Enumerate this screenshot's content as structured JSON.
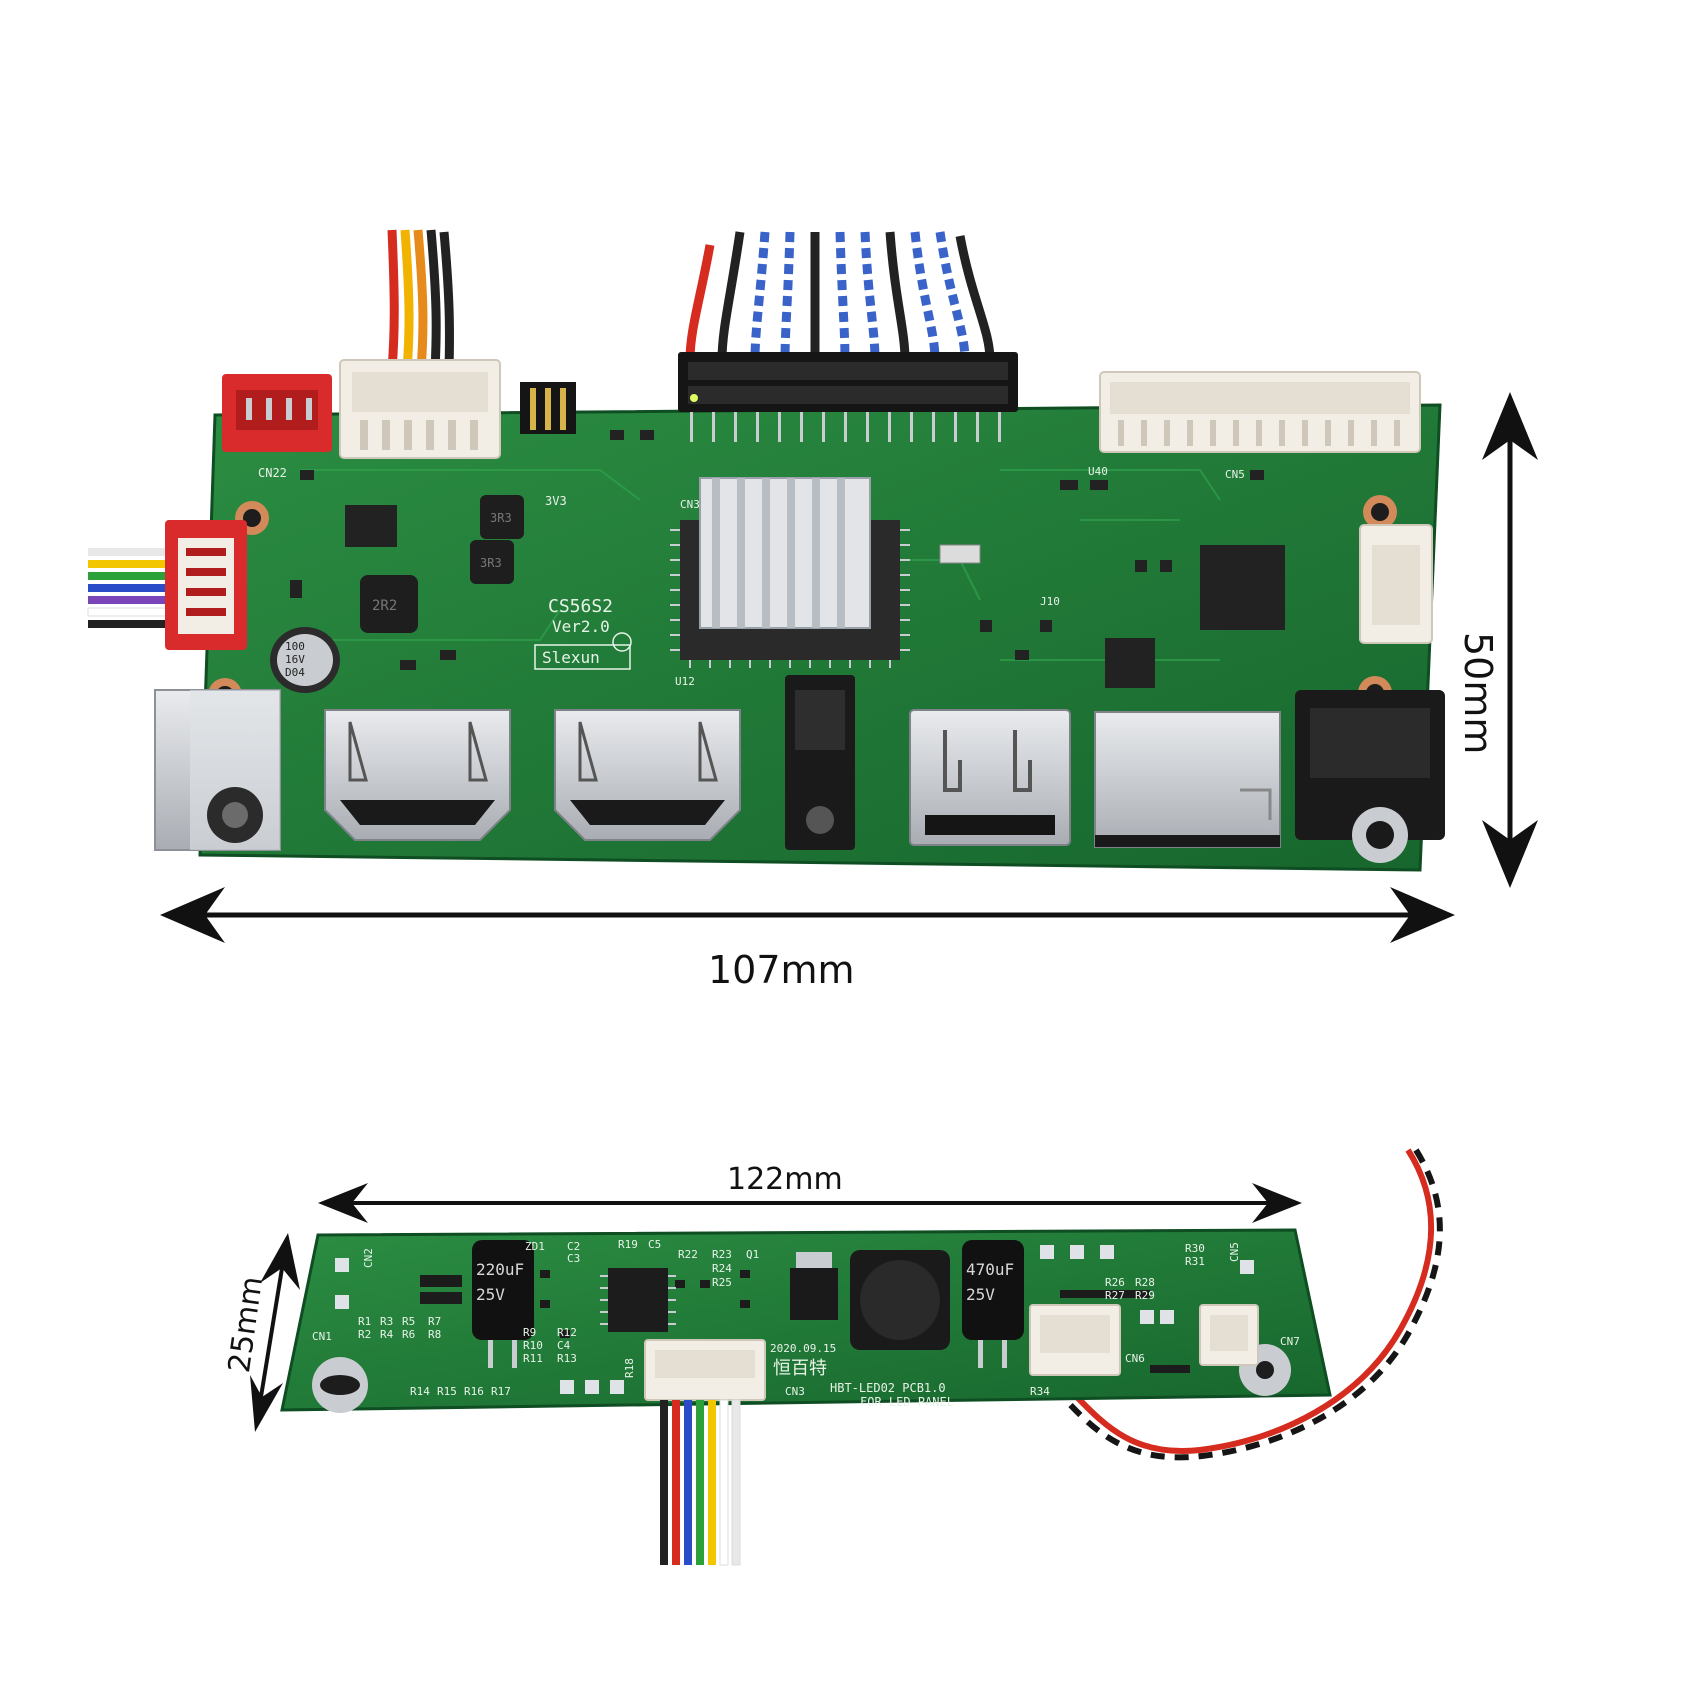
{
  "colors": {
    "pcb": "#1f7a34",
    "pcb_dark": "#14592a",
    "pcb_light": "#2e9a46",
    "metal": "#c9ccd1",
    "heatsink": "#e2e4e8",
    "white_connector": "#f2eee6",
    "red_connector": "#d92b2b",
    "black": "#151515",
    "pad": "#d28a5a"
  },
  "main_board": {
    "model_label": "CS56S2",
    "version_label": "Ver2.0",
    "brand_label": "Slexun",
    "connector_labels": [
      "CN22",
      "CN3",
      "CN5",
      "U40",
      "J10",
      "U12",
      "3V3"
    ],
    "inductor_labels": [
      "3R3",
      "3R3",
      "2R2"
    ],
    "capacitor_label_lines": [
      "100",
      "16V",
      "D04"
    ]
  },
  "led_board": {
    "silkscreen_labels": [
      "ZD1",
      "C2",
      "C3",
      "R19",
      "C5",
      "R22",
      "R23",
      "Q1",
      "R24",
      "R25",
      "R30",
      "R31",
      "CN5",
      "R26",
      "R28",
      "R27",
      "R29",
      "CN1",
      "R1",
      "R3",
      "R5",
      "R7",
      "R2",
      "R4",
      "R6",
      "R8",
      "R9",
      "R12",
      "R10",
      "C4",
      "R11",
      "R13",
      "R14",
      "R15",
      "R16",
      "R17",
      "R18",
      "CN3",
      "CN6",
      "CN7",
      "R34",
      "CN2"
    ],
    "date_label": "2020.09.15",
    "chinese_label": "恒百特",
    "pcb_label": "HBT-LED02 PCB1.0",
    "panel_label": "FOR LED PANEL",
    "cap_left_label_lines": [
      "220uF",
      "25V"
    ],
    "cap_right_label_lines": [
      "470uF",
      "25V"
    ]
  },
  "dimensions": {
    "main_width": "107mm",
    "main_height": "50mm",
    "led_width": "122mm",
    "led_height": "25mm"
  }
}
